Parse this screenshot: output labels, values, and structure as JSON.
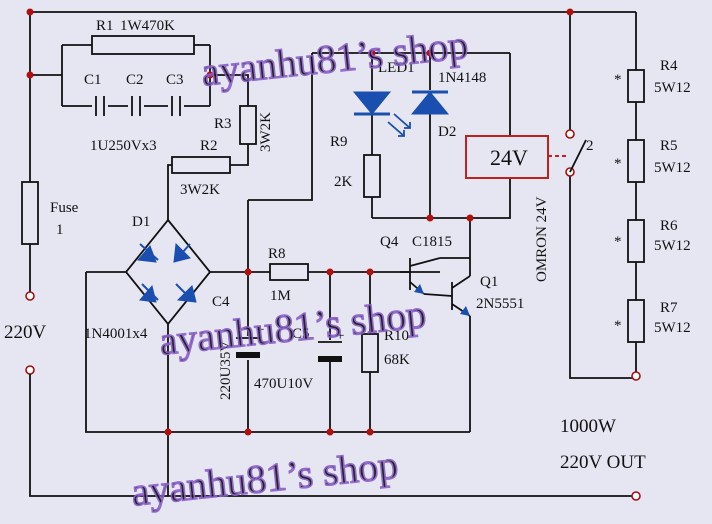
{
  "labels": {
    "r1": "R1",
    "r1_value": "1W470K",
    "c1": "C1",
    "c2": "C2",
    "c3": "C3",
    "c123_value": "1U250Vx3",
    "r3": "R3",
    "r3_value": "3W2K",
    "r2": "R2",
    "r2_value": "3W2K",
    "fuse": "Fuse",
    "fuse_value": "1",
    "d1": "D1",
    "bridge_value": "1N4001x4",
    "input_voltage": "220V",
    "led1": "LED1",
    "d2_value": "1N4148",
    "d2": "D2",
    "r9": "R9",
    "r9_value": "2K",
    "relay_voltage": "24V",
    "relay_model": "OMRON 24V",
    "switch_pin": "2",
    "q4": "Q4",
    "q4_value": "C1815",
    "q1": "Q1",
    "q1_value": "2N5551",
    "r8": "R8",
    "r8_value": "1M",
    "c4": "C4",
    "c4_value": "220U35V",
    "c5": "C5",
    "c5_value": "470U10V",
    "r10": "R10",
    "r10_value": "68K",
    "r4": "R4",
    "r4_value": "5W12",
    "r5": "R5",
    "r5_value": "5W12",
    "r6": "R6",
    "r6_value": "5W12",
    "r7": "R7",
    "r7_value": "5W12",
    "star": "*",
    "output_power": "1000W",
    "output_voltage": "220V OUT",
    "watermark": "ayanhu81’s shop"
  },
  "colors": {
    "background": "#e6e6f3",
    "wire": "#111111",
    "junction": "#b01010",
    "diode": "#1a4fb0",
    "relay": "#c02020",
    "watermark_outline": "#8a5ec8"
  }
}
